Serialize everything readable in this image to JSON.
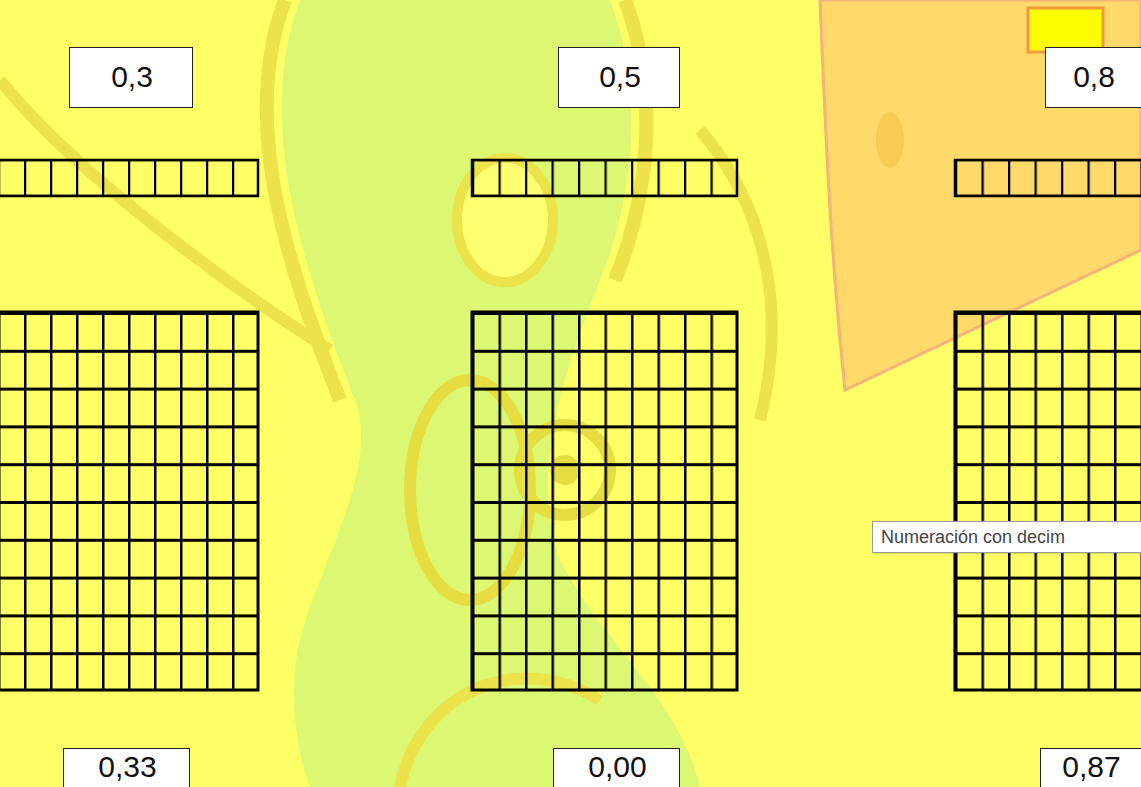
{
  "diagram": {
    "nodes": [
      {
        "text": [
          "0,3"
        ]
      },
      {
        "text": [
          "0,5"
        ]
      },
      {
        "text": [
          "0,8"
        ]
      },
      {
        "text": [
          "Numeración con decim"
        ]
      },
      {
        "text": [
          "0,33"
        ]
      },
      {
        "text": [
          "0,00"
        ]
      },
      {
        "text": [
          "0,87"
        ]
      }
    ]
  }
}
